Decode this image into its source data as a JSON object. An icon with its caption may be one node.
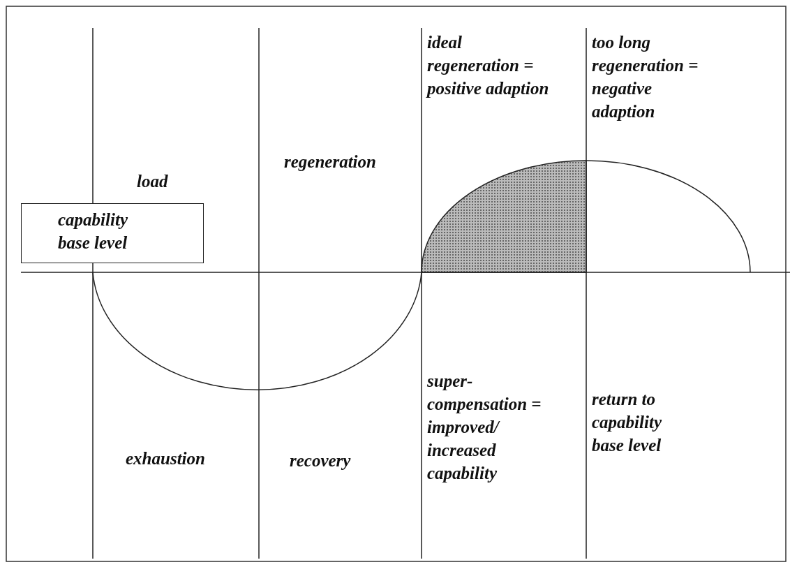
{
  "diagram": {
    "nodes": [
      {
        "text": [
          "capability base level"
        ]
      }
    ],
    "edges": [],
    "labels": [
      "ideal regeneration = positive adaption",
      "too long regeneration = negative adaption",
      "load",
      "regeneration",
      "super-compensation = improved/ increased capability",
      "return to capability base level",
      "exhaustion",
      "recovery"
    ]
  }
}
